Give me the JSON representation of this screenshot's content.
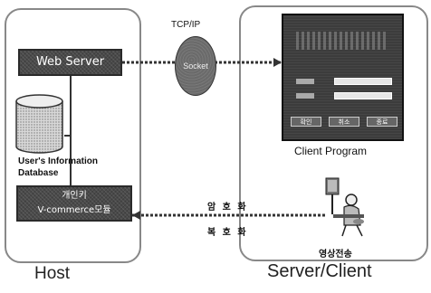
{
  "host": {
    "web_server_label": "Web Server",
    "database_label": "User's Information Database",
    "module_label_line1": "개인키",
    "module_label_line2": "V-commerce모듈",
    "panel_label": "Host"
  },
  "network": {
    "protocol_label": "TCP/IP",
    "socket_label": "Socket",
    "encrypt_label": "암 호 화",
    "decrypt_label": "복 호 화"
  },
  "client": {
    "panel_label": "Server/Client",
    "program_label": "Client Program",
    "window_buttons": [
      "확인",
      "취소",
      "종료"
    ],
    "user_label": "영상전송"
  },
  "colors": {
    "box_fill": "#4a4a4a",
    "panel_border": "#888888",
    "wire": "#333333"
  }
}
